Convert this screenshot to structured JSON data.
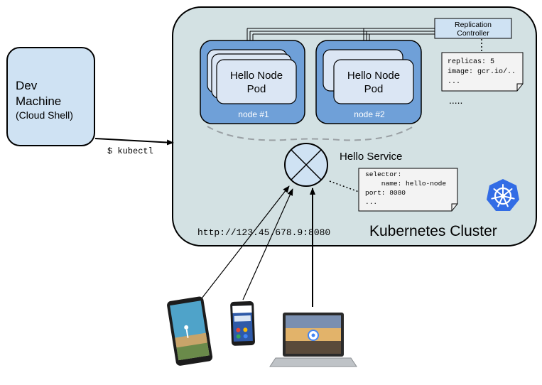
{
  "dev_machine": {
    "title_line1": "Dev",
    "title_line2": "Machine",
    "subtitle": "(Cloud Shell)"
  },
  "kubectl_label": "$ kubectl",
  "cluster": {
    "label": "Kubernetes Cluster",
    "url_label": "http://123.45.678.9:8080"
  },
  "nodes": [
    {
      "label": "node #1",
      "pod_line1": "Hello Node",
      "pod_line2": "Pod"
    },
    {
      "label": "node #2",
      "pod_line1": "Hello Node",
      "pod_line2": "Pod"
    }
  ],
  "replication_controller": {
    "line1": "Replication",
    "line2": "Controller",
    "config_lines": [
      "replicas: 5",
      "image: gcr.io/..",
      "..."
    ],
    "more": "....."
  },
  "service": {
    "label": "Hello Service",
    "config_lines": [
      "selector:",
      "    name: hello-node",
      "port: 8080",
      "..."
    ]
  },
  "devices": [
    "tablet-icon",
    "phone-icon",
    "laptop-icon"
  ],
  "colors": {
    "cluster_fill": "#d3e1e3",
    "node_fill": "#6fa0d8",
    "pod_fill": "#dbe6f4",
    "dev_fill": "#cfe2f3",
    "k8s_blue": "#326ce5"
  }
}
